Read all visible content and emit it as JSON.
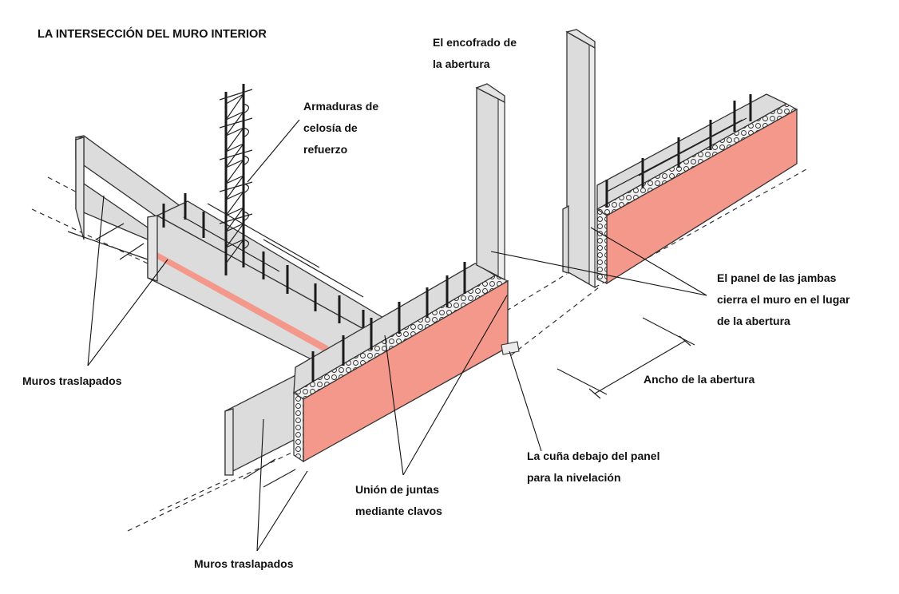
{
  "title": "LA INTERSECCIÓN DEL MURO INTERIOR",
  "labels": {
    "armaduras": [
      "Armaduras de",
      "celosía de",
      "refuerzo"
    ],
    "encofrado": [
      "El encofrado de",
      "la abertura"
    ],
    "panel_jambas": [
      "El panel de las jambas",
      "cierra el muro en el lugar",
      "de la abertura"
    ],
    "ancho": [
      "Ancho de la abertura"
    ],
    "cuna": [
      "La cuña debajo del panel",
      "para la nivelación"
    ],
    "union": [
      "Unión de juntas",
      "mediante clavos"
    ],
    "muros_left": [
      "Muros traslapados"
    ],
    "muros_bottom": [
      "Muros traslapados"
    ]
  },
  "colors": {
    "panel_face": "#f4988c",
    "panel_grey": "#dcdcdc",
    "outline": "#333333"
  }
}
